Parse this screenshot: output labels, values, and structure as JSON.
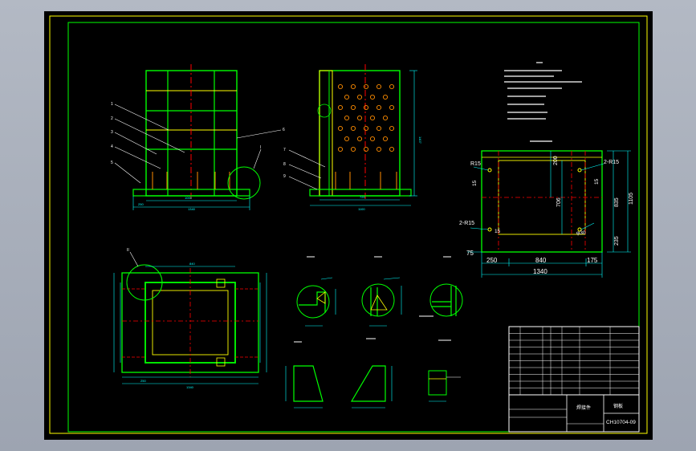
{
  "colors": {
    "frame": "#ffff00",
    "outline": "#00ff00",
    "dimension": "#00ffff",
    "centerline": "#ff0000",
    "hidden": "#ff8c00",
    "leader": "#ffffff",
    "hatch": "#ffcc66"
  },
  "top_right_view": {
    "dims": {
      "w_250": "250",
      "w_840": "840",
      "w_175": "175",
      "w_1340": "1340",
      "h_1105": "1105",
      "h_835": "835",
      "h_235": "235",
      "h_706": "706",
      "h_200": "200",
      "h_15a": "15",
      "h_15b": "15",
      "h_75": "75",
      "w_15": "15",
      "phi_30": "φ30"
    },
    "labels": {
      "r15": "R15",
      "r15_right": "2-R15",
      "r15_left": "2-R15"
    }
  },
  "title_block": {
    "part_name": "焊接件",
    "material": "钢板",
    "drawing_no": "CH10704-09"
  }
}
